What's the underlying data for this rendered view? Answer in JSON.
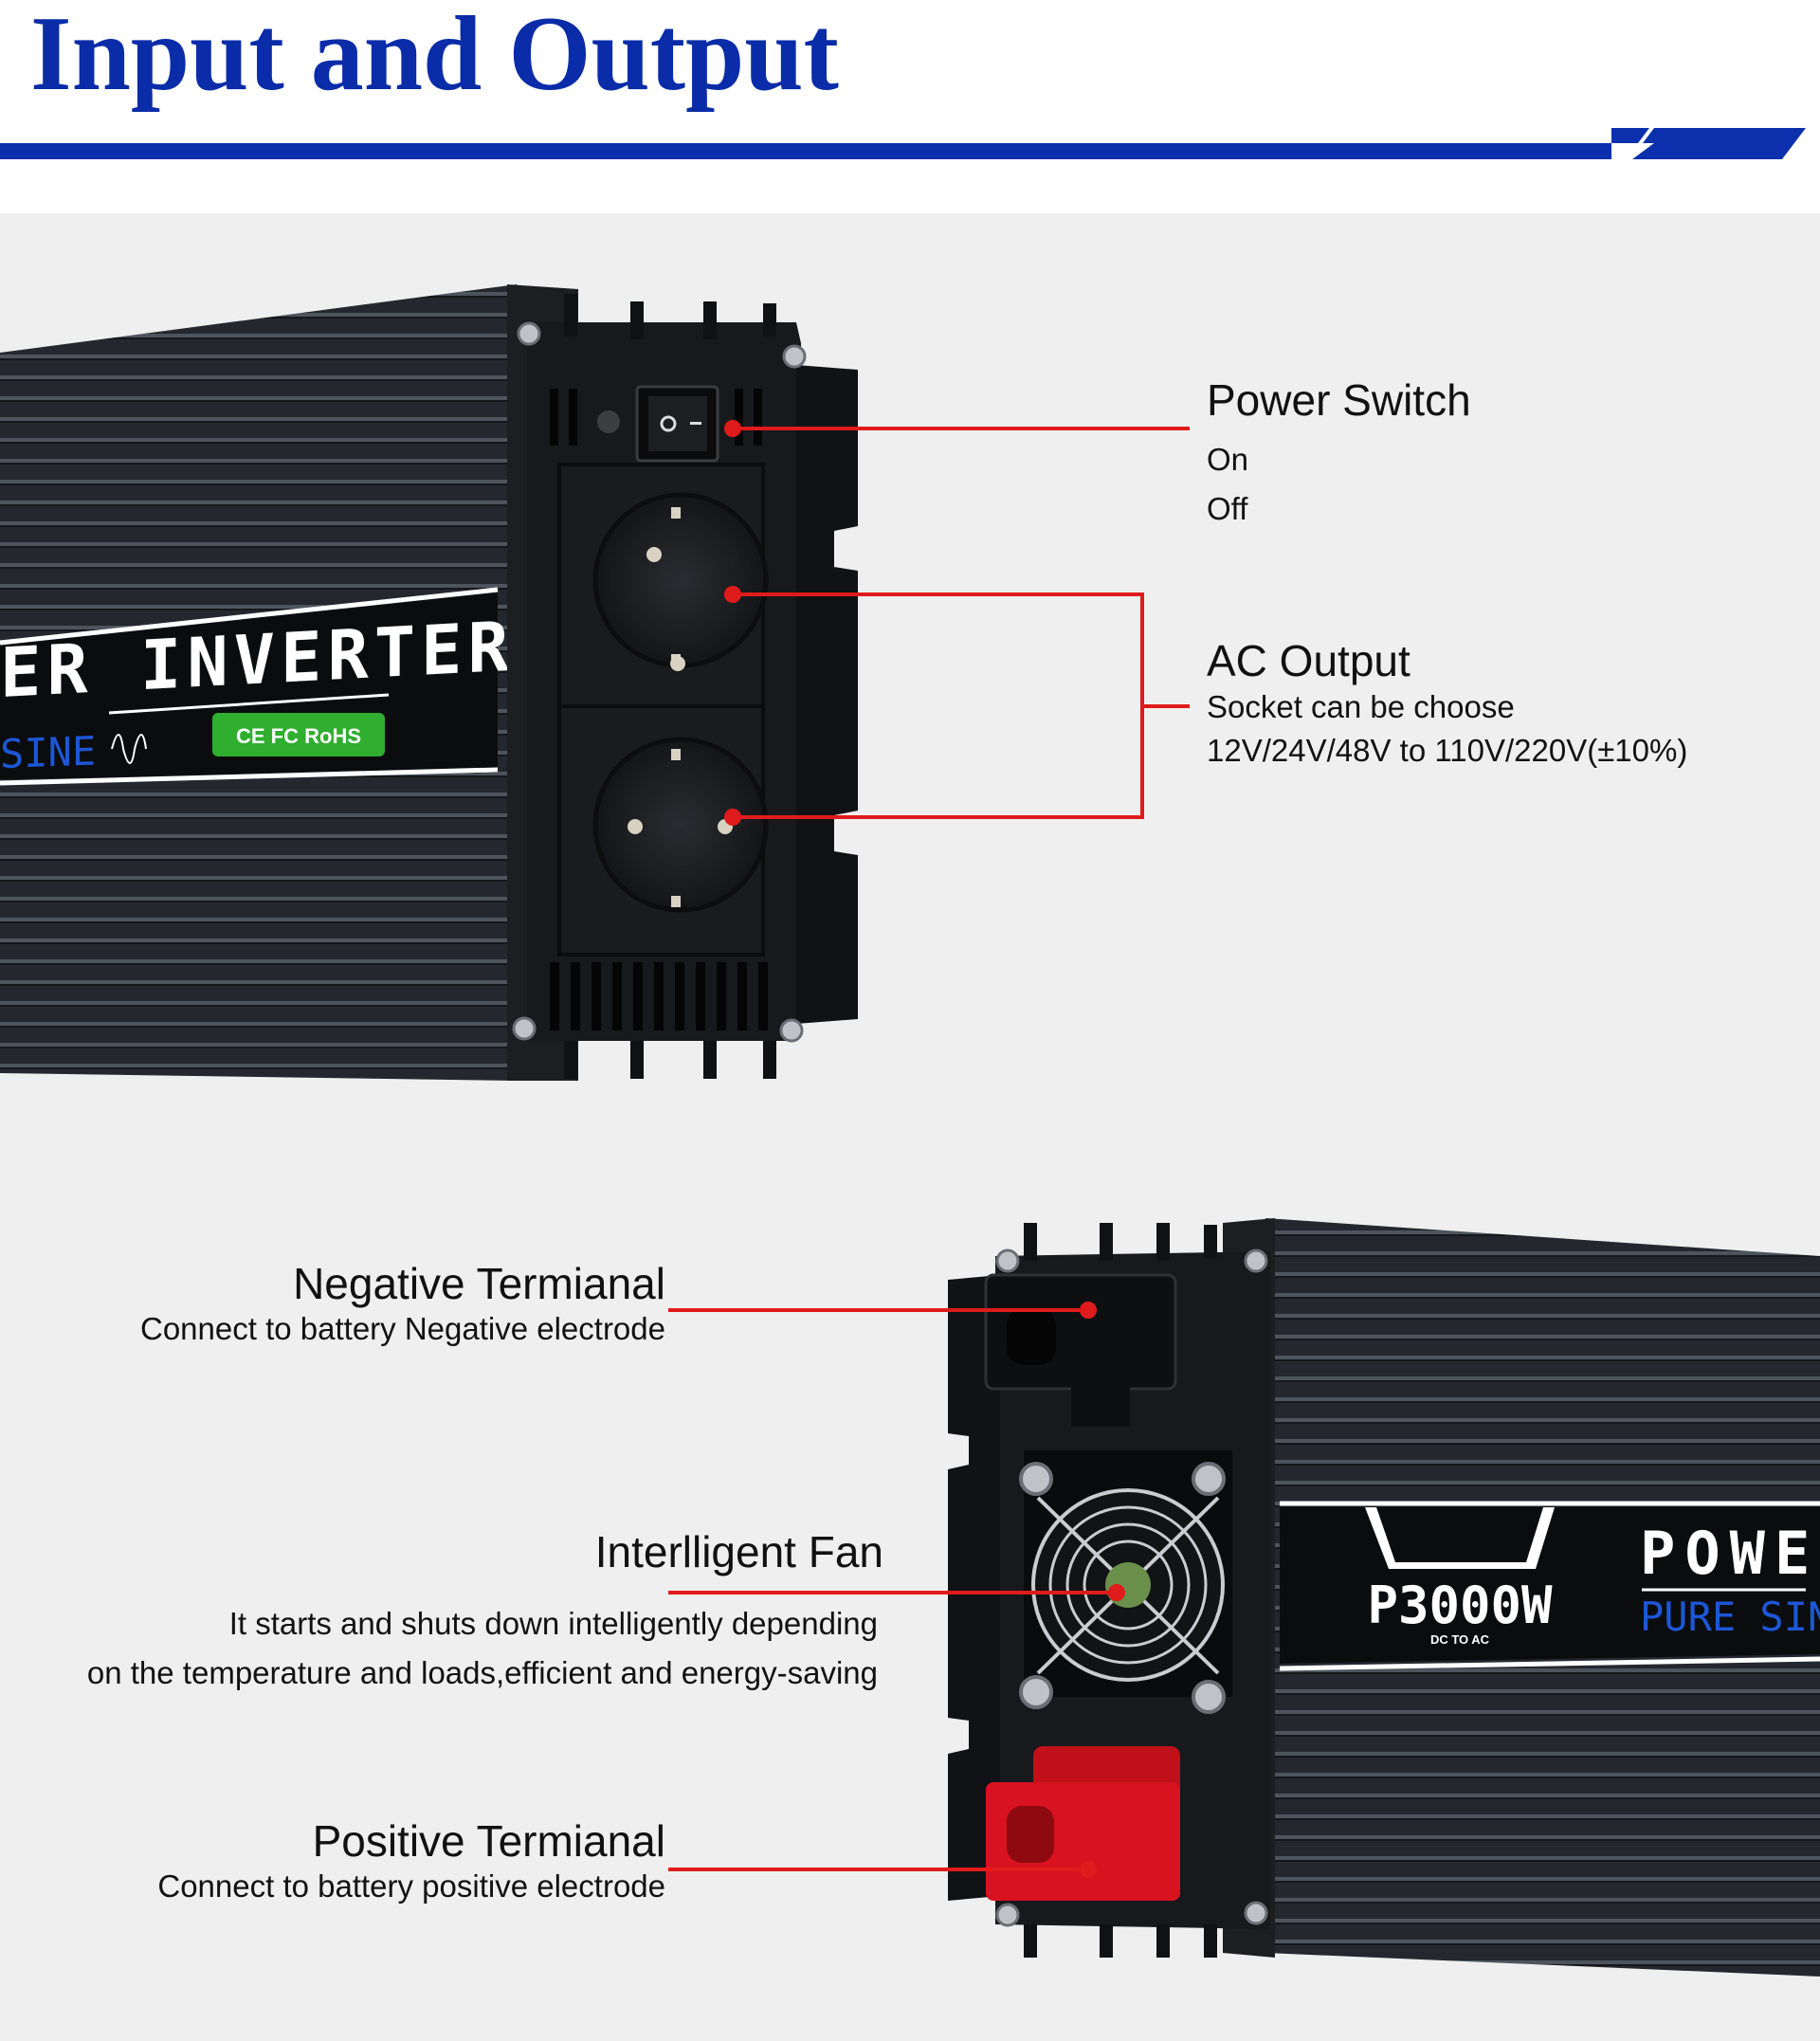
{
  "title": "Input and Output",
  "colors": {
    "title": "#0a2ca8",
    "accent_bar": "#0c2fae",
    "callout": "#e01b1b",
    "housing": "#26292f",
    "positive_cap": "#d8131f",
    "cert_badge": "#2fae2f"
  },
  "inverter_top": {
    "label_big": "ER INVERTER",
    "label_sub": "SINE",
    "cert": "CE FC RoHS"
  },
  "inverter_bottom": {
    "label_power": "POWER",
    "label_sub": "PURE SINE",
    "model": "P3000W",
    "model_sub": "DC TO AC"
  },
  "callouts": {
    "power_switch": {
      "title": "Power Switch",
      "line1": "On",
      "line2": "Off"
    },
    "ac_output": {
      "title": "AC Output",
      "line1": "Socket can be choose",
      "line2": "12V/24V/48V to 110V/220V(±10%)"
    },
    "negative": {
      "title": "Negative Termianal",
      "line1": "Connect to battery Negative electrode"
    },
    "fan": {
      "title": "Interlligent Fan",
      "line1": "It starts and shuts down intelligently depending",
      "line2": "on the temperature and loads,efficient and energy-saving"
    },
    "positive": {
      "title": "Positive Termianal",
      "line1": "Connect to battery positive electrode"
    }
  }
}
